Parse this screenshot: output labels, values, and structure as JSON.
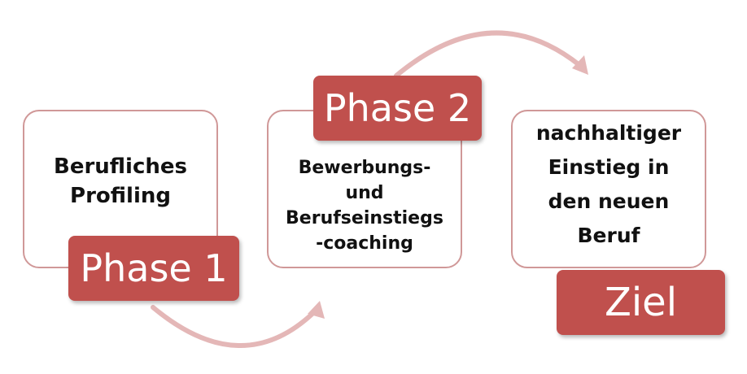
{
  "colors": {
    "accent": "#c0504d",
    "card_border": "#d09898",
    "arrow": "#e4b7b7",
    "label_text": "#ffffff",
    "card_text": "#111111"
  },
  "stages": [
    {
      "label": "Phase 1",
      "text": "Berufliches\nProfiling"
    },
    {
      "label": "Phase 2",
      "text": "Bewerbungs-\nund\nBerufseinstiegs\n-coaching"
    },
    {
      "label": "Ziel",
      "text": "nachhaltiger\nEinstieg in\nden neuen\nBeruf"
    }
  ],
  "connectors": [
    {
      "from": "Phase 1",
      "to": "Phase 2",
      "icon": "curved-arrow-icon"
    },
    {
      "from": "Phase 2",
      "to": "Ziel",
      "icon": "curved-arrow-icon"
    }
  ]
}
